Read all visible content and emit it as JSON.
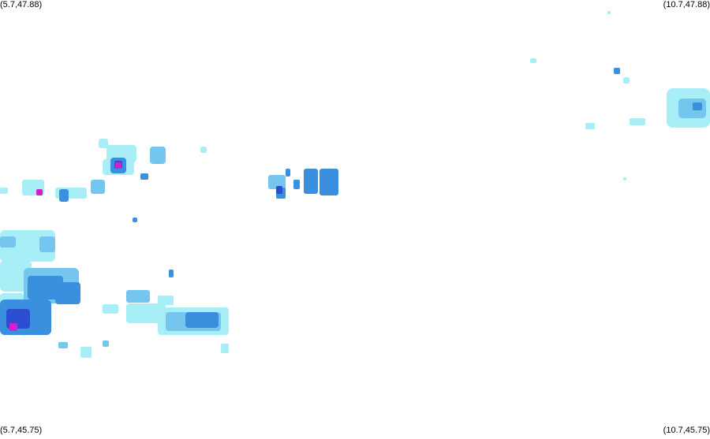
{
  "map": {
    "type": "precipitation-radar",
    "corner_labels": {
      "top_left": "(5.7,47.88)",
      "top_right": "(10.7,47.88)",
      "bottom_left": "(5.7,45.75)",
      "bottom_right": "(10.7,45.75)"
    },
    "intensity_colors": {
      "very_light": "#a8eef6",
      "light": "#74c6ee",
      "moderate": "#3b8fdf",
      "heavy": "#2b4fd0",
      "extreme": "#d21fd0"
    }
  }
}
